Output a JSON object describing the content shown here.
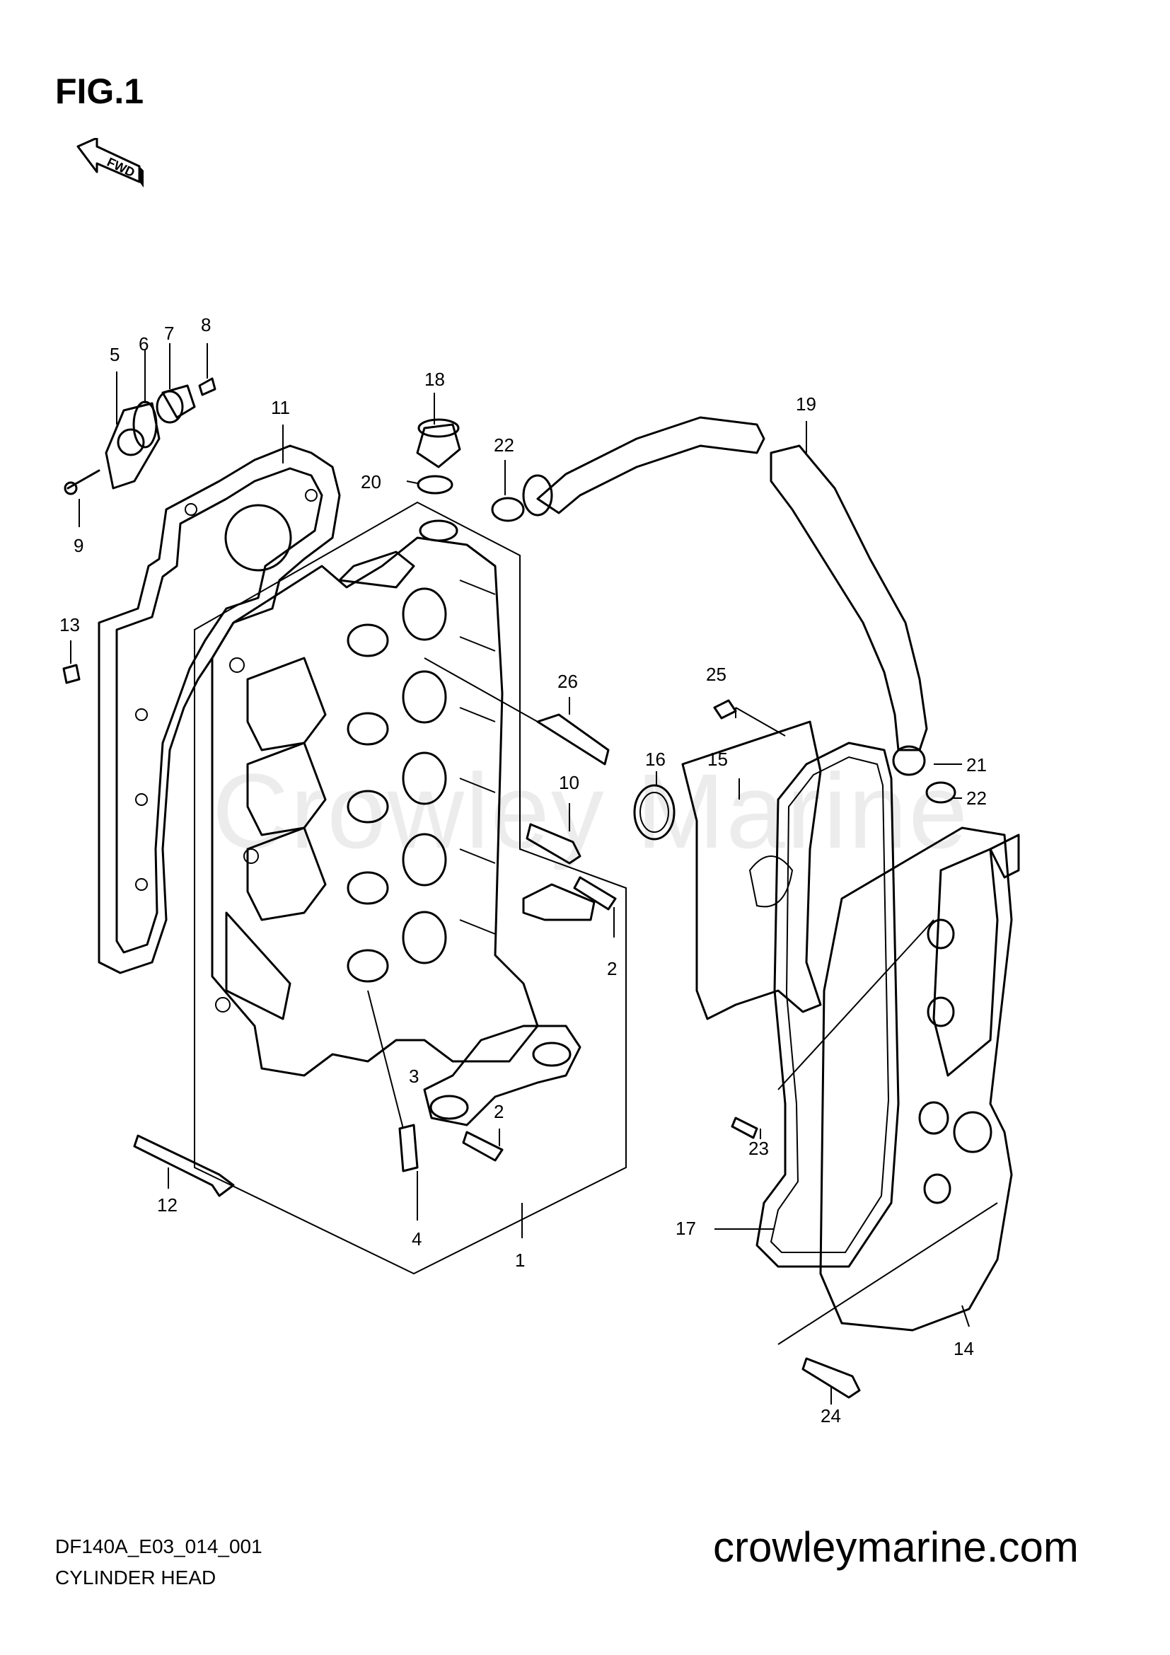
{
  "figure": {
    "label": "FIG.1",
    "fwd_badge": "FWD"
  },
  "watermark": "Crowley Marine",
  "callouts": [
    "1",
    "2",
    "2",
    "3",
    "4",
    "5",
    "6",
    "7",
    "8",
    "9",
    "10",
    "11",
    "12",
    "13",
    "14",
    "15",
    "16",
    "17",
    "18",
    "19",
    "20",
    "21",
    "22",
    "22",
    "23",
    "24",
    "25",
    "26"
  ],
  "footer": {
    "code": "DF140A_E03_014_001",
    "title": "CYLINDER HEAD",
    "site": "crowleymarine.com"
  },
  "icons": {
    "direction": "fwd-arrow-icon"
  }
}
